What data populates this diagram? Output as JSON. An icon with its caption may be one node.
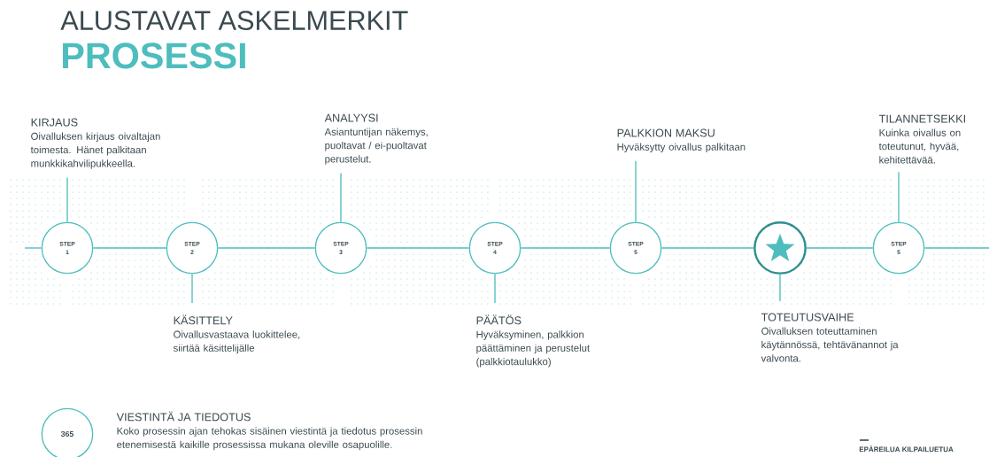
{
  "diagram": {
    "title": "ALUSTAVAT ASKELMERKIT",
    "nodes": [
      {
        "text": [
          "STEP",
          "1"
        ]
      },
      {
        "text": [
          "KIRJAUS",
          "Oivalluksen kirjaus oivaltajan toimesta. Hänet palkitaan munkkikahvilipukkeella."
        ]
      },
      {
        "text": [
          "STEP",
          "2"
        ]
      },
      {
        "text": [
          "KÄSITTELY",
          "Oivallusvastaava luokittelee, siirtää käsittelijälle"
        ]
      },
      {
        "text": [
          "STEP",
          "3"
        ]
      },
      {
        "text": [
          "ANALYYSI",
          "Asiantuntijan näkemys, puoltavat / ei-puoltavat perustelut."
        ]
      },
      {
        "text": [
          "STEP",
          "4"
        ]
      },
      {
        "text": [
          "PÄÄTÖS",
          "Hyväksyminen, palkkion päättäminen ja perustelut (palkkiotaulukko)"
        ]
      },
      {
        "text": [
          "STEP",
          "5"
        ]
      },
      {
        "text": [
          "PALKKION MAKSU",
          "Hyväksytty oivallus palkitaan"
        ]
      },
      {
        "text": [],
        "shape": "circle"
      },
      {
        "text": [
          "TOTEUTUSVAIHE",
          "Oivalluksen toteuttaminen käytännössä, tehtävänannot ja valvonta."
        ]
      },
      {
        "text": [
          "STEP",
          "5"
        ]
      },
      {
        "text": [
          "TILANNETSEKKI",
          "Kuinka oivallus on toteutunut, hyvää, kehitettävää."
        ]
      },
      {
        "text": [
          "365"
        ]
      }
    ],
    "edges": [
      {
        "from": null,
        "to": 0,
        "arrow": "none"
      },
      {
        "from": 0,
        "to": 2,
        "arrow": "none"
      },
      {
        "from": 2,
        "to": 4,
        "arrow": "none"
      },
      {
        "from": 4,
        "to": 6,
        "arrow": "none"
      },
      {
        "from": 6,
        "to": 8,
        "arrow": "none"
      },
      {
        "from": 8,
        "to": 10,
        "arrow": "none"
      },
      {
        "from": 10,
        "to": 12,
        "arrow": "none"
      },
      {
        "from": 12,
        "to": null,
        "arrow": "none"
      },
      {
        "from": 1,
        "to": 0,
        "arrow": "none"
      },
      {
        "from": 3,
        "to": 2,
        "arrow": "none"
      },
      {
        "from": 5,
        "to": 4,
        "arrow": "none"
      },
      {
        "from": 7,
        "to": 6,
        "arrow": "none"
      },
      {
        "from": 9,
        "to": 8,
        "arrow": "none"
      },
      {
        "from": 11,
        "to": 10,
        "arrow": "none"
      },
      {
        "from": 13,
        "to": 12,
        "arrow": "none"
      }
    ],
    "labels": [
      "PROSESSI",
      "VIESTINTÄ JA TIEDOTUS",
      "Koko prosessin ajan tehokas sisäinen viestintä ja tiedotus prosessin etenemisestä kaikille prosessissa mukana oleville osapuolille.",
      "EPÄREILUA KILPAILUETUA"
    ]
  }
}
